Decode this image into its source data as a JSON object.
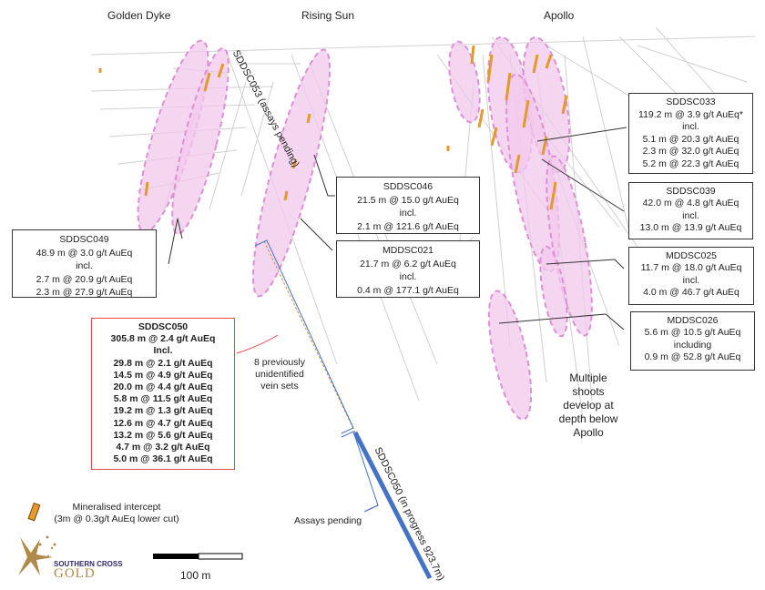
{
  "titles": {
    "golden_dyke": "Golden Dyke",
    "rising_sun": "Rising Sun",
    "apollo": "Apollo"
  },
  "holes": {
    "sddsc053": "SDDSC053 (assays pending)",
    "sddsc050": "SDDSC050 (in progress 923.7m)"
  },
  "boxes": {
    "sddsc049": {
      "title": "SDDSC049",
      "lines": [
        "48.9 m @ 3.0 g/t AuEq",
        "incl.",
        "2.7 m @ 20.9 g/t AuEq",
        "2.3 m @ 27.9 g/t AuEq"
      ]
    },
    "sddsc050": {
      "title": "SDDSC050",
      "lines": [
        "305.8 m @ 2.4 g/t AuEq",
        "Incl.",
        "29.8 m @ 2.1 g/t AuEq",
        "14.5 m @ 4.9 g/t AuEq",
        "20.0 m @ 4.4 g/t AuEq",
        "5.8 m @ 11.5 g/t AuEq",
        "19.2 m @ 1.3 g/t AuEq",
        "12.6 m @ 4.7 g/t AuEq",
        "13.2 m @ 5.6 g/t AuEq",
        "4.7 m @ 3.2 g/t AuEq",
        "5.0 m @ 36.1 g/t AuEq"
      ]
    },
    "sddsc046": {
      "title": "SDDSC046",
      "lines": [
        "21.5 m @ 15.0 g/t AuEq",
        "incl.",
        "2.1 m @ 121.6 g/t AuEq"
      ]
    },
    "mddsc021": {
      "title": "MDDSC021",
      "lines": [
        "21.7 m @ 6.2 g/t AuEq",
        "incl.",
        "0.4 m @ 177.1 g/t AuEq"
      ]
    },
    "sddsc033": {
      "title": "SDDSC033",
      "lines": [
        "119.2 m @ 3.9 g/t AuEq*",
        "incl.",
        "5.1 m @ 20.3 g/t AuEq",
        "2.3 m @ 32.0 g/t AuEq",
        "5.2 m @ 22.3 g/t AuEq"
      ]
    },
    "sddsc039": {
      "title": "SDDSC039",
      "lines": [
        "42.0 m @ 4.8 g/t AuEq",
        "incl.",
        "13.0 m @ 13.9 g/t AuEq"
      ]
    },
    "mddsc025": {
      "title": "MDDSC025",
      "lines": [
        "11.7 m @ 18.0 g/t AuEq",
        "incl.",
        "4.0 m @ 46.7 g/t AuEq"
      ]
    },
    "mddsc026": {
      "title": "MDDSC026",
      "lines": [
        "5.6 m @ 10.5 g/t AuEq",
        "including",
        "0.9 m @ 52.8 g/t AuEq"
      ]
    }
  },
  "notes": {
    "vein_sets": [
      "8 previously",
      "unidentified",
      "vein sets"
    ],
    "assays_pending": "Assays pending",
    "shoots": [
      "Multiple",
      "shoots",
      "develop at",
      "depth below",
      "Apollo"
    ]
  },
  "legend": {
    "line1": "Mineralised intercept",
    "line2": "(3m @ 0.3g/t AuEq lower cut)"
  },
  "logo": {
    "line1": "SOUTHERN CROSS",
    "line2": "GOLD"
  },
  "scale": {
    "label": "100 m"
  },
  "colors": {
    "shoot": "#f0c8e8",
    "shoot_border": "#d890d0",
    "intercept": "#e39a2c",
    "hole": "#4472c4",
    "callout_red": "#e8484c"
  }
}
